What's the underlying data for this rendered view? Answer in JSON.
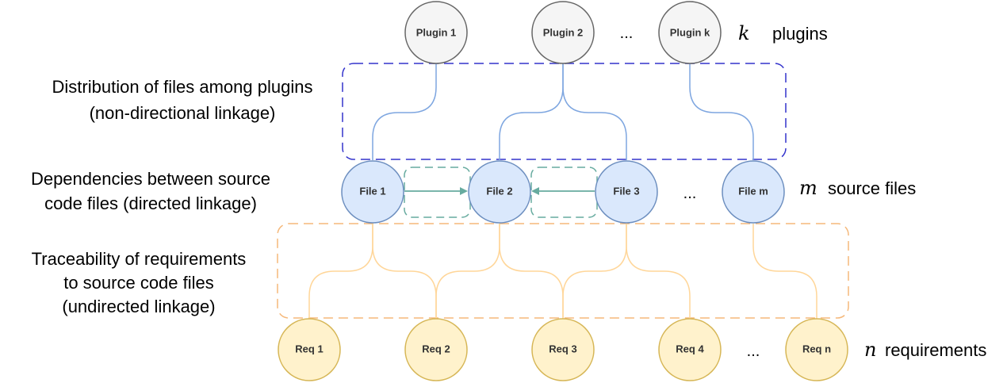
{
  "plugins": {
    "nodes": [
      "Plugin 1",
      "Plugin 2",
      "Plugin k"
    ],
    "ellipsis": "...",
    "math_symbol": "k",
    "label": "plugins",
    "fill": "#f5f5f5",
    "stroke": "#666666"
  },
  "files": {
    "nodes": [
      "File 1",
      "File 2",
      "File 3",
      "File m"
    ],
    "ellipsis": "...",
    "math_symbol": "m",
    "label": "source files",
    "fill": "#dae8fc",
    "stroke": "#6c8ebf"
  },
  "requirements": {
    "nodes": [
      "Req 1",
      "Req 2",
      "Req 3",
      "Req 4",
      "Req n"
    ],
    "ellipsis": "...",
    "math_symbol": "n",
    "label": "requirements",
    "fill": "#fff2cc",
    "stroke": "#d6b656"
  },
  "annotations": {
    "distribution": [
      "Distribution of files among plugins",
      "(non-directional linkage)"
    ],
    "dependencies": [
      "Dependencies between source",
      "code files (directed linkage)"
    ],
    "traceability": [
      "Traceability of requirements",
      "to source code files",
      "(undirected linkage)"
    ]
  },
  "colors": {
    "plugin_link": "#7ea6e0",
    "dependency_arrow": "#67ab9f",
    "trace_link": "#ffd699",
    "distribution_box": "#3333cc",
    "trace_box": "#f5b87a",
    "dependency_box": "#67ab9f"
  }
}
